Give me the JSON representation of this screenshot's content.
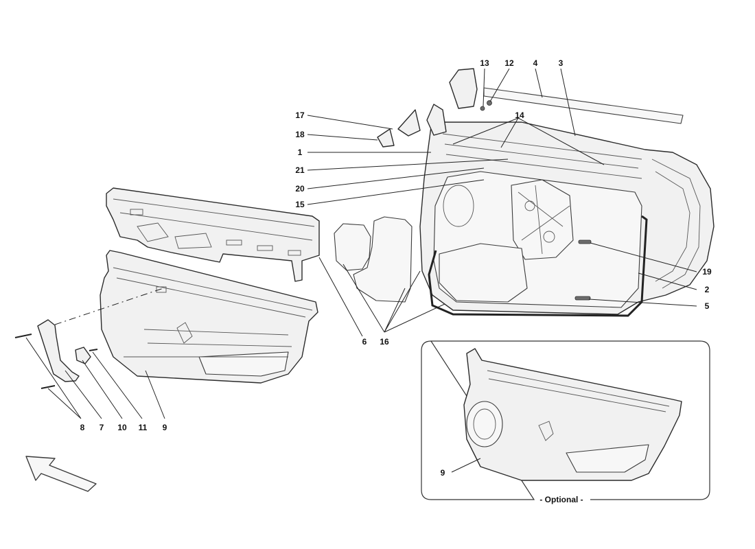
{
  "callouts": {
    "c1": "1",
    "c2": "2",
    "c3": "3",
    "c4": "4",
    "c5": "5",
    "c6": "6",
    "c7": "7",
    "c8": "8",
    "c9": "9",
    "c9b": "9",
    "c10": "10",
    "c11": "11",
    "c12": "12",
    "c13": "13",
    "c14": "14",
    "c15": "15",
    "c16": "16",
    "c17": "17",
    "c18": "18",
    "c19": "19",
    "c20": "20",
    "c21": "21"
  },
  "optional_label": "- Optional -"
}
